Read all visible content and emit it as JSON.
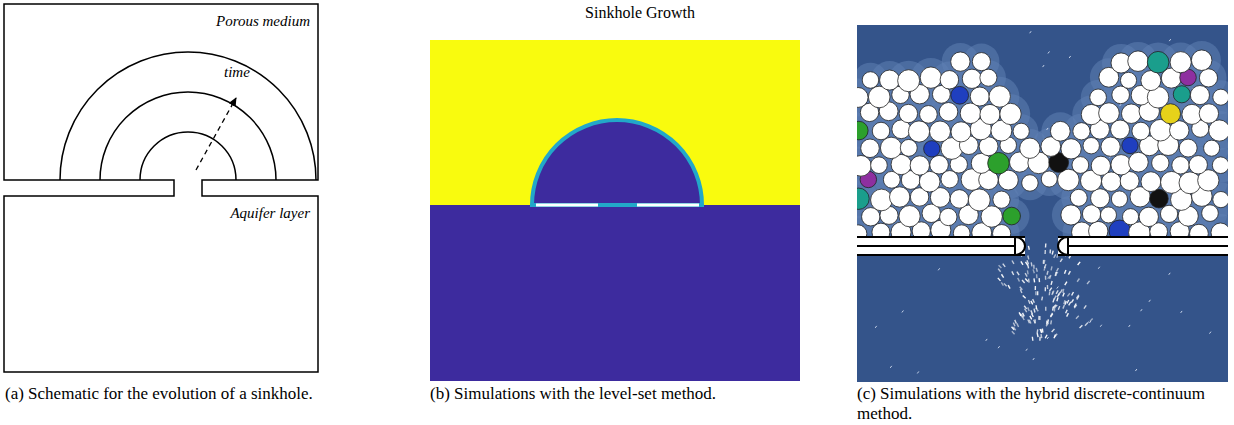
{
  "diagram": {
    "title": "Sinkhole Growth",
    "nodes": [
      {
        "text": [
          "Porous medium"
        ]
      },
      {
        "text": [
          "Aquifer layer"
        ]
      }
    ],
    "labels": [
      "time",
      "(a) Schematic for the evolution of a sinkhole.",
      "(b) Simulations with the level-set method.",
      "(c) Simulations with the hybrid discrete-continuum method."
    ]
  }
}
